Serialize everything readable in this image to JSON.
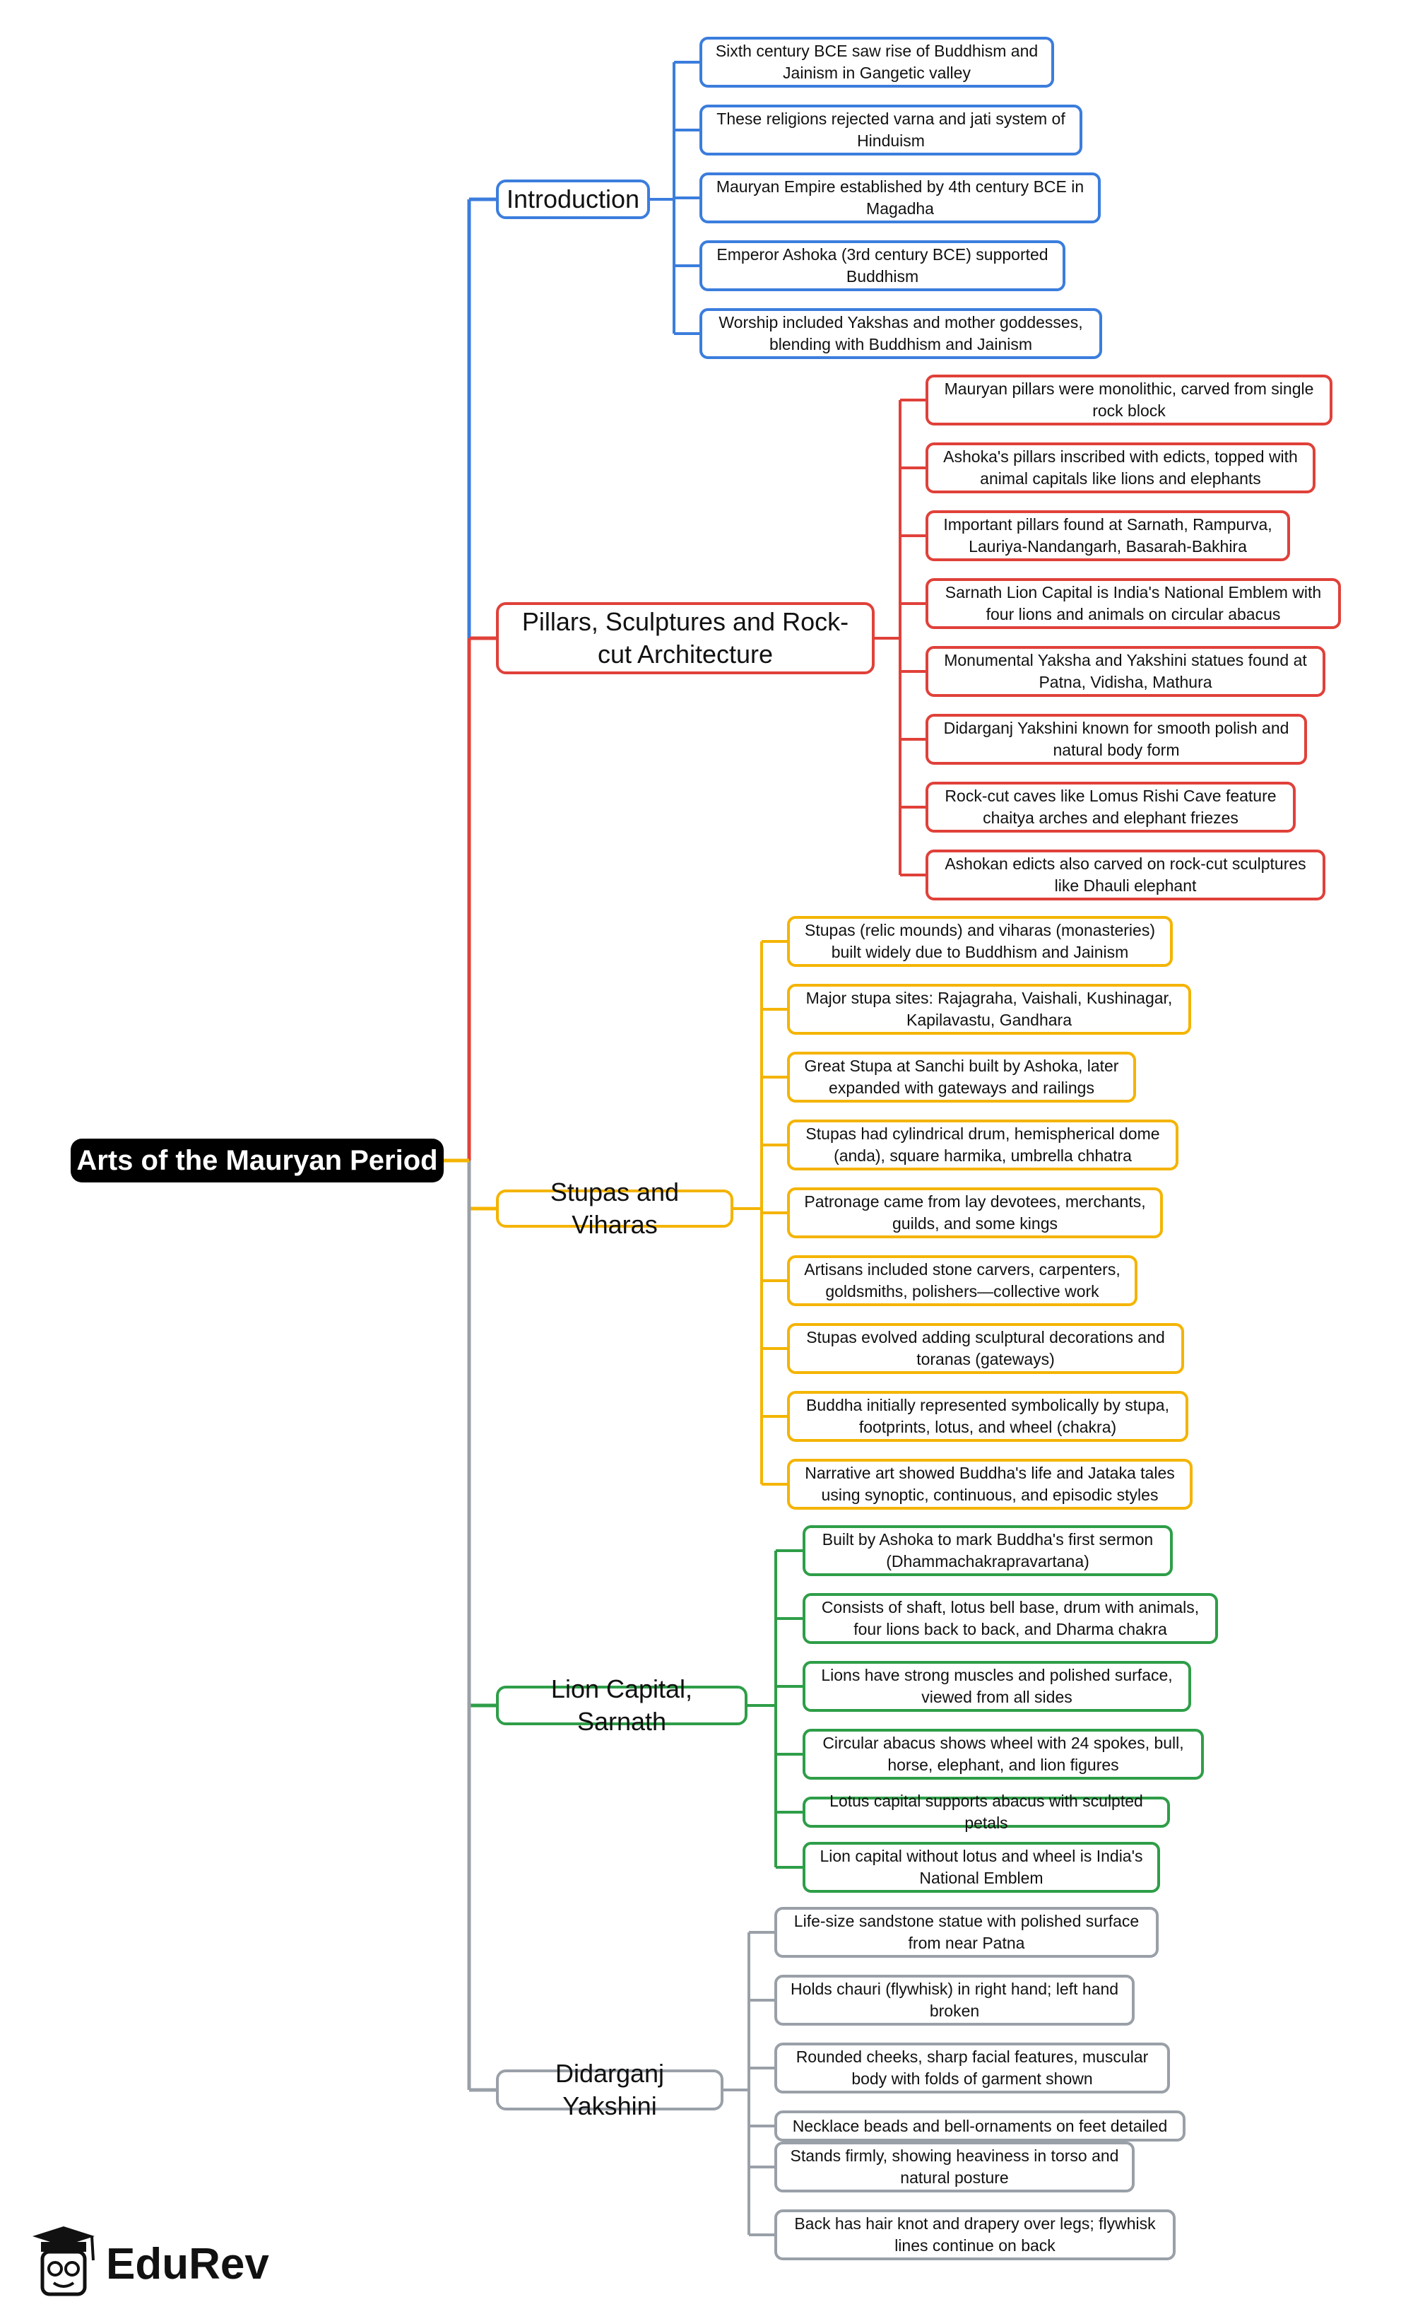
{
  "root": "Arts of the Mauryan Period",
  "brand": "EduRev",
  "branches": [
    {
      "key": "intro",
      "label": "Introduction",
      "color": "#3b7ddd",
      "items": [
        "Sixth century BCE saw rise of Buddhism and Jainism in Gangetic valley",
        "These religions rejected varna and jati system of Hinduism",
        "Mauryan Empire established by 4th century BCE in Magadha",
        "Emperor Ashoka (3rd century BCE) supported Buddhism",
        "Worship included Yakshas and mother goddesses, blending with Buddhism and Jainism"
      ]
    },
    {
      "key": "pillars",
      "label": "Pillars, Sculptures and Rock-cut Architecture",
      "color": "#e0413a",
      "items": [
        "Mauryan pillars were monolithic, carved from single rock block",
        "Ashoka's pillars inscribed with edicts, topped with animal capitals like lions and elephants",
        "Important pillars found at Sarnath, Rampurva, Lauriya-Nandangarh, Basarah-Bakhira",
        "Sarnath Lion Capital is India's National Emblem with four lions and animals on circular abacus",
        "Monumental Yaksha and Yakshini statues found at Patna, Vidisha, Mathura",
        "Didarganj Yakshini known for smooth polish and natural body form",
        "Rock-cut caves like Lomus Rishi Cave feature chaitya arches and elephant friezes",
        "Ashokan edicts also carved on rock-cut sculptures like Dhauli elephant"
      ]
    },
    {
      "key": "stupas",
      "label": "Stupas and Viharas",
      "color": "#f4b400",
      "items": [
        "Stupas (relic mounds) and viharas (monasteries) built widely due to Buddhism and Jainism",
        "Major stupa sites: Rajagraha, Vaishali, Kushinagar, Kapilavastu, Gandhara",
        "Great Stupa at Sanchi built by Ashoka, later expanded with gateways and railings",
        "Stupas had cylindrical drum, hemispherical dome (anda), square harmika, umbrella chhatra",
        "Patronage came from lay devotees, merchants, guilds, and some kings",
        "Artisans included stone carvers, carpenters, goldsmiths, polishers—collective work",
        "Stupas evolved adding sculptural decorations and toranas (gateways)",
        "Buddha initially represented symbolically by stupa, footprints, lotus, and wheel (chakra)",
        "Narrative art showed Buddha's life and Jataka tales using synoptic, continuous, and episodic styles"
      ]
    },
    {
      "key": "lion",
      "label": "Lion Capital, Sarnath",
      "color": "#2e9e48",
      "items": [
        "Built by Ashoka to mark Buddha's first sermon (Dhammachakrapravartana)",
        "Consists of shaft, lotus bell base, drum with animals, four lions back to back, and Dharma chakra",
        "Lions have strong muscles and polished surface, viewed from all sides",
        "Circular abacus shows wheel with 24 spokes, bull, horse, elephant, and lion figures",
        "Lotus capital supports abacus with sculpted petals",
        "Lion capital without lotus and wheel is India's National Emblem"
      ]
    },
    {
      "key": "yakshini",
      "label": "Didarganj Yakshini",
      "color": "#9aa0a8",
      "items": [
        "Life-size sandstone statue with polished surface from near Patna",
        "Holds chauri (flywhisk) in right hand; left hand broken",
        "Rounded cheeks, sharp facial features, muscular body with folds of garment shown",
        "Necklace beads and bell-ornaments on feet detailed",
        "Stands firmly, showing heaviness in torso and natural posture",
        "Back has hair knot and drapery over legs; flywhisk lines continue on back"
      ]
    }
  ]
}
